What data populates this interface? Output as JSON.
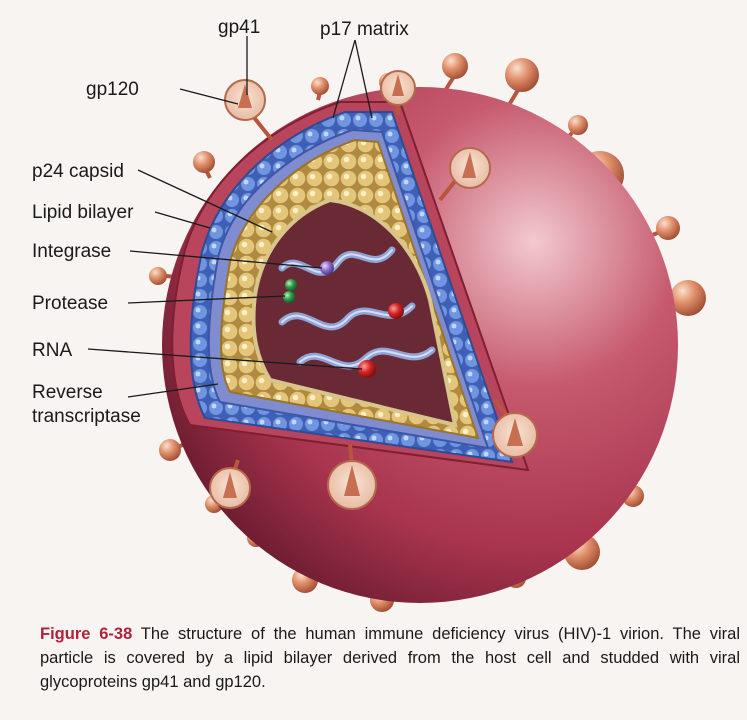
{
  "labels": {
    "gp41": "gp41",
    "p17_matrix": "p17 matrix",
    "gp120": "gp120",
    "p24_capsid": "p24 capsid",
    "lipid_bilayer": "Lipid bilayer",
    "integrase": "Integrase",
    "protease": "Protease",
    "rna": "RNA",
    "reverse_transcriptase_line1": "Reverse",
    "reverse_transcriptase_line2": "transcriptase"
  },
  "caption": {
    "number": "Figure 6-38",
    "text": "The structure of the human immune deficiency virus (HIV)-1 virion. The viral particle is covered by a lipid bilayer derived from the host cell and studded with viral glycoproteins gp41 and gp120."
  },
  "colors": {
    "virion_body": "#a8344e",
    "spike_knob": "#d9825f",
    "matrix_blue": "#4f72c8",
    "capsid_yellow": "#e3c67a",
    "core_interior": "#6a2a35",
    "rna_ribbon": "#8fa3d6",
    "enzyme_red": "#c81e1e",
    "enzyme_green": "#2e9a4a",
    "enzyme_purple": "#8d6ac8",
    "caption_accent": "#b0223a"
  }
}
